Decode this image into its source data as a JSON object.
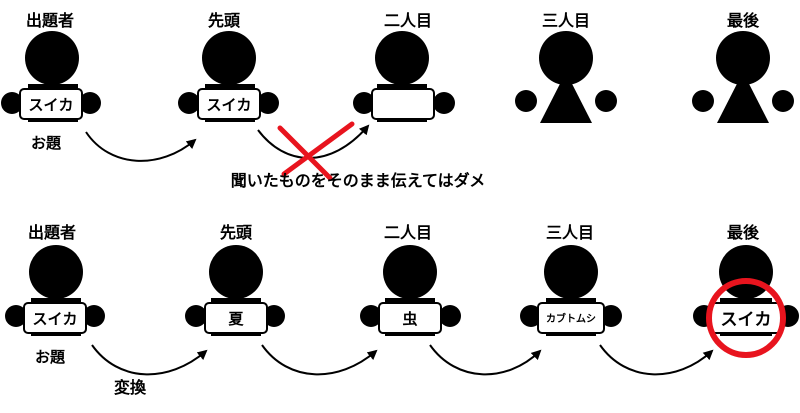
{
  "row1": {
    "labels": [
      "出題者",
      "先頭",
      "二人目",
      "三人目",
      "最後"
    ],
    "boards": [
      "スイカ",
      "スイカ",
      ""
    ],
    "odai": "お題",
    "note": "聞いたものをそのまま伝えてはダメ"
  },
  "row2": {
    "labels": [
      "出題者",
      "先頭",
      "二人目",
      "三人目",
      "最後"
    ],
    "boards": [
      "スイカ",
      "夏",
      "虫",
      "カブトムシ",
      "スイカ"
    ],
    "odai": "お題",
    "henkan": "変換"
  },
  "colors": {
    "figure": "#000000",
    "cross": "#e8141e",
    "circle": "#e8141e"
  }
}
